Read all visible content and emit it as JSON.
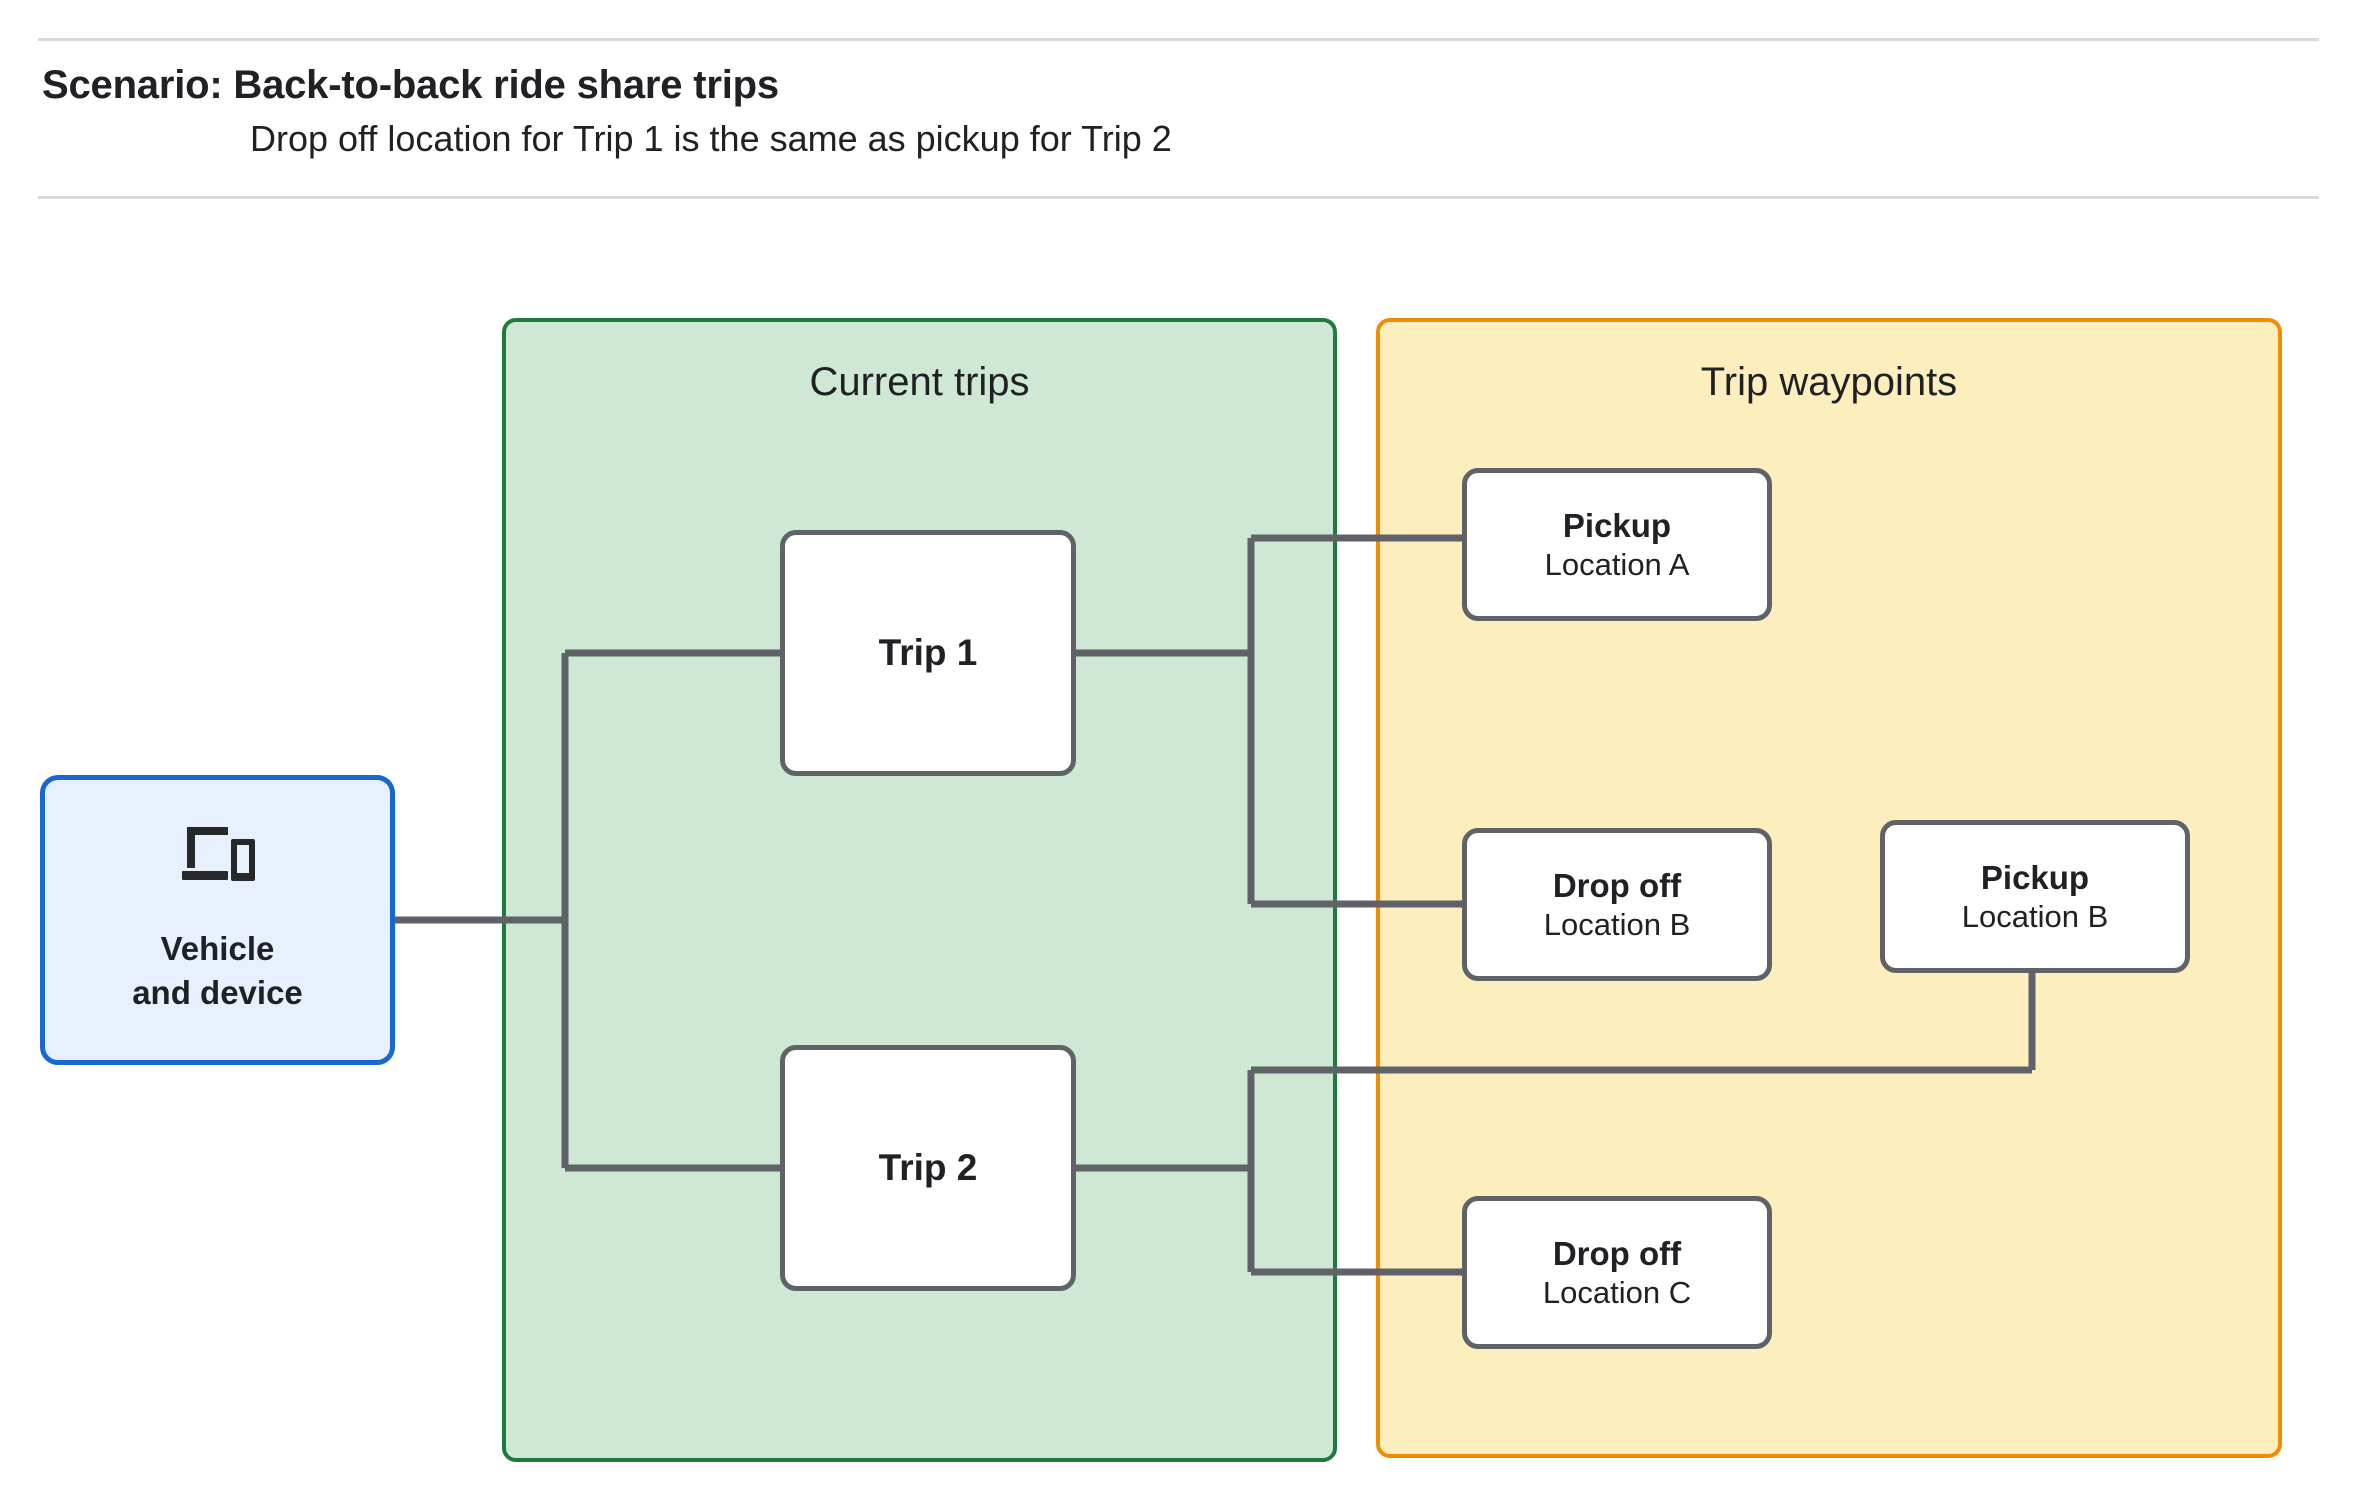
{
  "header": {
    "title": "Scenario: Back-to-back ride share trips",
    "subtitle": "Drop off  location for Trip 1 is the same as pickup for Trip 2"
  },
  "groups": {
    "current_trips": {
      "title": "Current trips",
      "border_color": "#1e7b3c",
      "fill_color": "#cee8d5"
    },
    "trip_waypoints": {
      "title": "Trip waypoints",
      "border_color": "#f08c00",
      "fill_color": "#fdeebe"
    }
  },
  "vehicle": {
    "icon": "devices-icon",
    "label_line1": "Vehicle",
    "label_line2": "and device",
    "border_color": "#1967d2",
    "fill_color": "#e8f0fe"
  },
  "trips": [
    {
      "label": "Trip 1"
    },
    {
      "label": "Trip 2"
    }
  ],
  "waypoints": [
    {
      "type": "Pickup",
      "location": "Location A"
    },
    {
      "type": "Drop off",
      "location": "Location B"
    },
    {
      "type": "Pickup",
      "location": "Location B"
    },
    {
      "type": "Drop off",
      "location": "Location C"
    }
  ],
  "connector_color": "#5f6368"
}
